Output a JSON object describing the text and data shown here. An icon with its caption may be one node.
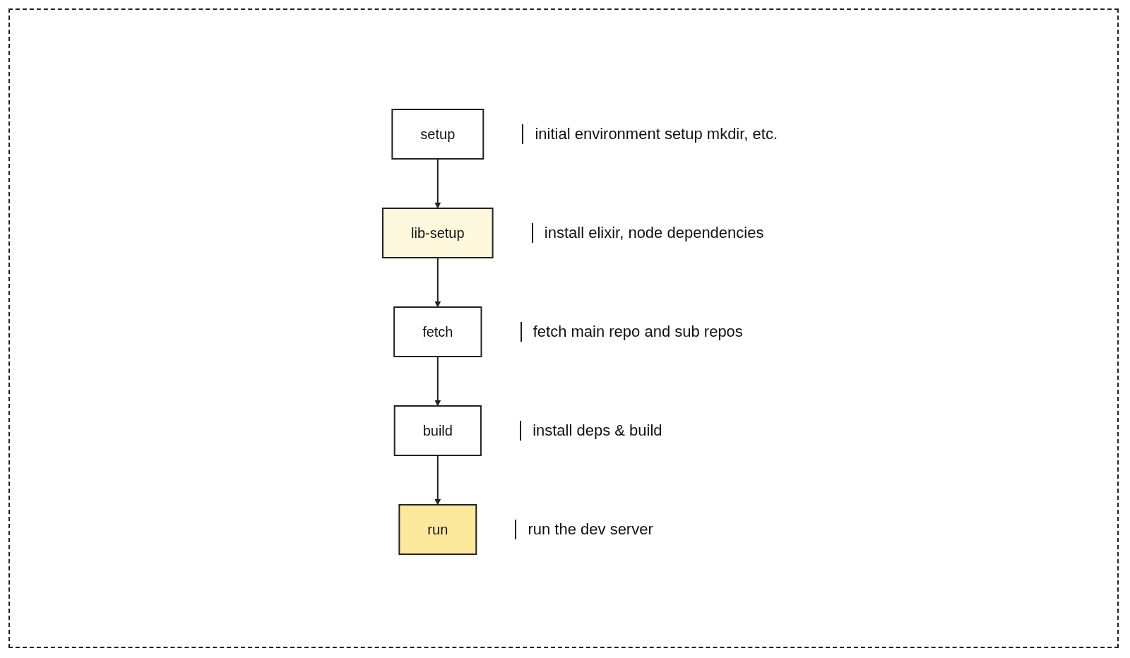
{
  "diagram": {
    "nodes": [
      {
        "text": [
          "setup"
        ],
        "beside": [
          "initial environment setup mkdir, etc."
        ]
      },
      {
        "text": [
          "lib-setup"
        ],
        "beside": [
          "install elixir, node dependencies"
        ]
      },
      {
        "text": [
          "fetch"
        ],
        "beside": [
          "fetch main repo and sub repos"
        ]
      },
      {
        "text": [
          "build"
        ],
        "beside": [
          "install deps & build"
        ]
      },
      {
        "text": [
          "run"
        ],
        "beside": [
          "run the dev server"
        ]
      }
    ],
    "edges": [
      {
        "from": 0,
        "to": 1,
        "arrow": "to"
      },
      {
        "from": 1,
        "to": 2,
        "arrow": "to"
      },
      {
        "from": 2,
        "to": 3,
        "arrow": "to"
      },
      {
        "from": 3,
        "to": 4,
        "arrow": "to"
      }
    ]
  }
}
